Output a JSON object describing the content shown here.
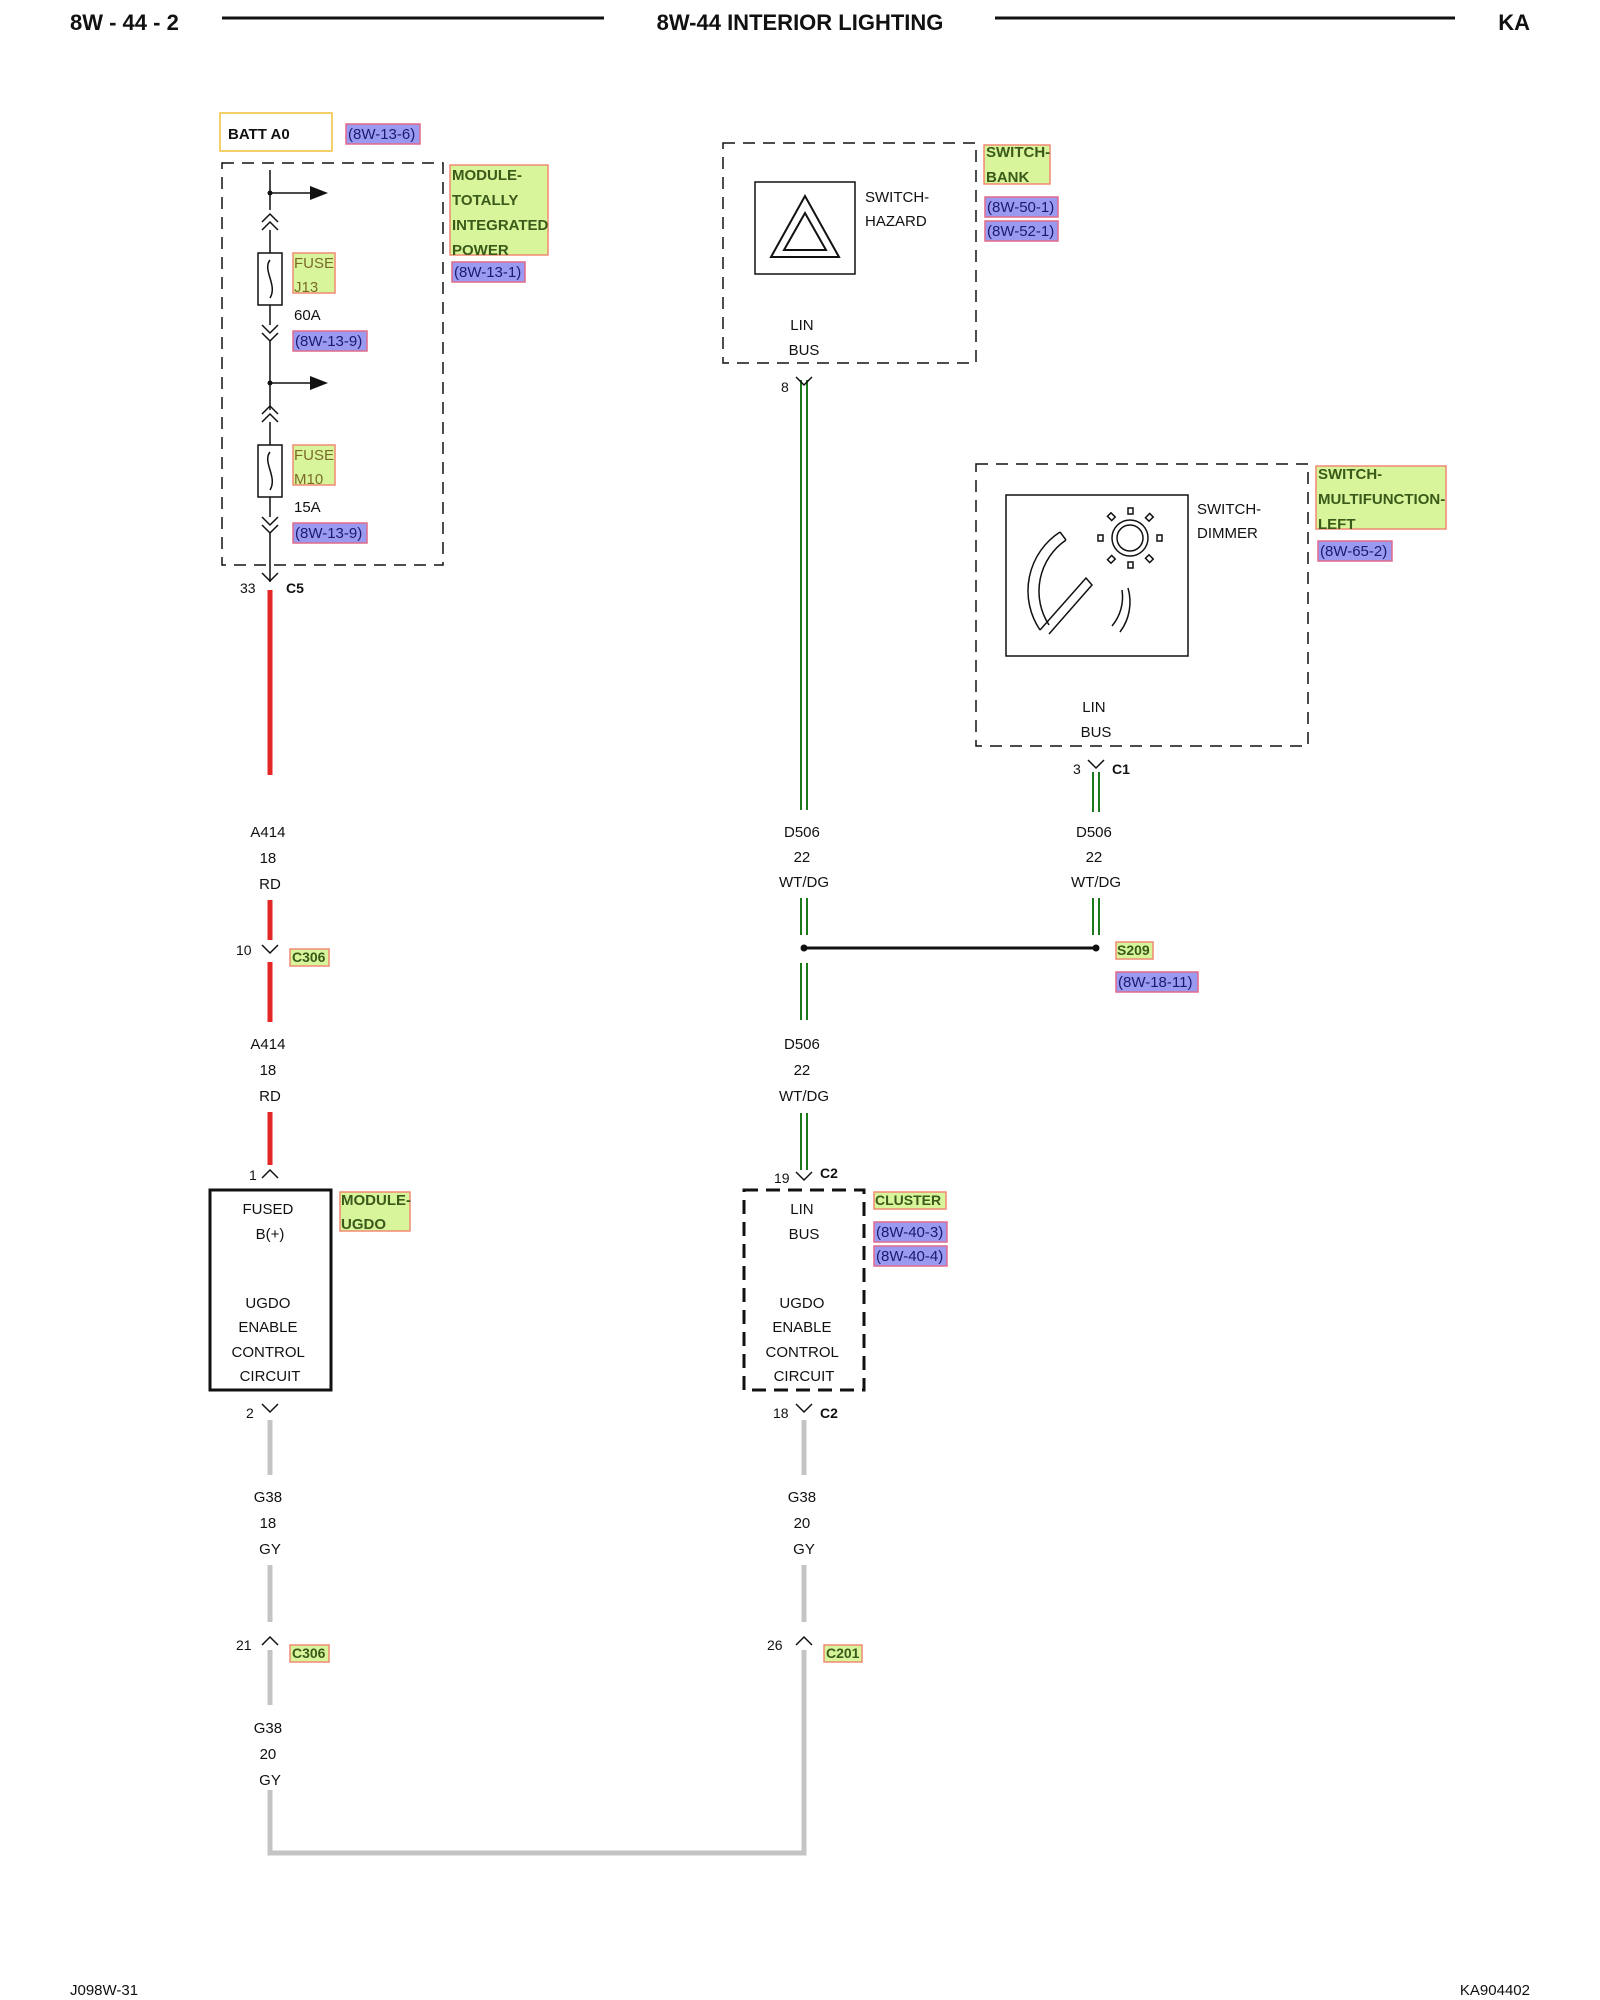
{
  "header": {
    "page_code": "8W - 44 - 2",
    "title": "8W-44 INTERIOR LIGHTING",
    "model": "KA"
  },
  "footer": {
    "left": "J098W-31",
    "right": "KA904402"
  },
  "colors": {
    "wire_red": "#e32626",
    "wire_green": "#1b7a1b",
    "wire_gray": "#c4c4c4",
    "tag_fill": "#d9f59c",
    "tag_border": "#f08a70",
    "ref_fill": "#9a9af0",
    "ref_border": "#e06a8a",
    "batt_border": "#f5d06a"
  },
  "power": {
    "batt_label": "BATT A0",
    "batt_ref": "(8W-13-6)",
    "module_name": [
      "MODULE-",
      "TOTALLY",
      "INTEGRATED",
      "POWER"
    ],
    "module_ref": "(8W-13-1)",
    "fuse1_name": [
      "FUSE",
      "J13"
    ],
    "fuse1_rating": "60A",
    "fuse1_ref": "(8W-13-9)",
    "fuse2_name": [
      "FUSE",
      "M10"
    ],
    "fuse2_rating": "15A",
    "fuse2_ref": "(8W-13-9)",
    "out_pin": "33",
    "out_connector": "C5"
  },
  "hazard": {
    "tag": [
      "SWITCH-",
      "BANK"
    ],
    "refs": [
      "(8W-50-1)",
      "(8W-52-1)"
    ],
    "name": [
      "SWITCH-",
      "HAZARD"
    ],
    "pin_label": [
      "LIN",
      "BUS"
    ],
    "pin": "8"
  },
  "dimmer": {
    "tag": [
      "SWITCH-",
      "MULTIFUNCTION-",
      "LEFT"
    ],
    "ref": "(8W-65-2)",
    "name": [
      "SWITCH-",
      "DIMMER"
    ],
    "pin_label": [
      "LIN",
      "BUS"
    ],
    "pin": "3",
    "connector": "C1"
  },
  "wires": {
    "a414_upper": [
      "A414",
      "18",
      "RD"
    ],
    "a414_lower": [
      "A414",
      "18",
      "RD"
    ],
    "d506_hazard": [
      "D506",
      "22",
      "WT/DG"
    ],
    "d506_dimmer": [
      "D506",
      "22",
      "WT/DG"
    ],
    "d506_lower": [
      "D506",
      "22",
      "WT/DG"
    ],
    "g38_ugdo": [
      "G38",
      "18",
      "GY"
    ],
    "g38_cluster": [
      "G38",
      "20",
      "GY"
    ],
    "g38_lower": [
      "G38",
      "20",
      "GY"
    ]
  },
  "connectors": {
    "c306_top": {
      "pin": "10",
      "name": "C306"
    },
    "c306_bottom": {
      "pin": "21",
      "name": "C306"
    },
    "c201": {
      "pin": "26",
      "name": "C201"
    },
    "s209": {
      "name": "S209",
      "ref": "(8W-18-11)"
    }
  },
  "ugdo": {
    "tag": [
      "MODULE-",
      "UGDO"
    ],
    "pin_in": "1",
    "pin_out": "2",
    "top_label": [
      "FUSED",
      "B(+)"
    ],
    "bottom_label": [
      "UGDO",
      "ENABLE",
      "CONTROL",
      "CIRCUIT"
    ]
  },
  "cluster": {
    "tag": "CLUSTER",
    "refs": [
      "(8W-40-3)",
      "(8W-40-4)"
    ],
    "pin_in": "19",
    "pin_in_connector": "C2",
    "pin_out": "18",
    "pin_out_connector": "C2",
    "top_label": [
      "LIN",
      "BUS"
    ],
    "bottom_label": [
      "UGDO",
      "ENABLE",
      "CONTROL",
      "CIRCUIT"
    ]
  }
}
